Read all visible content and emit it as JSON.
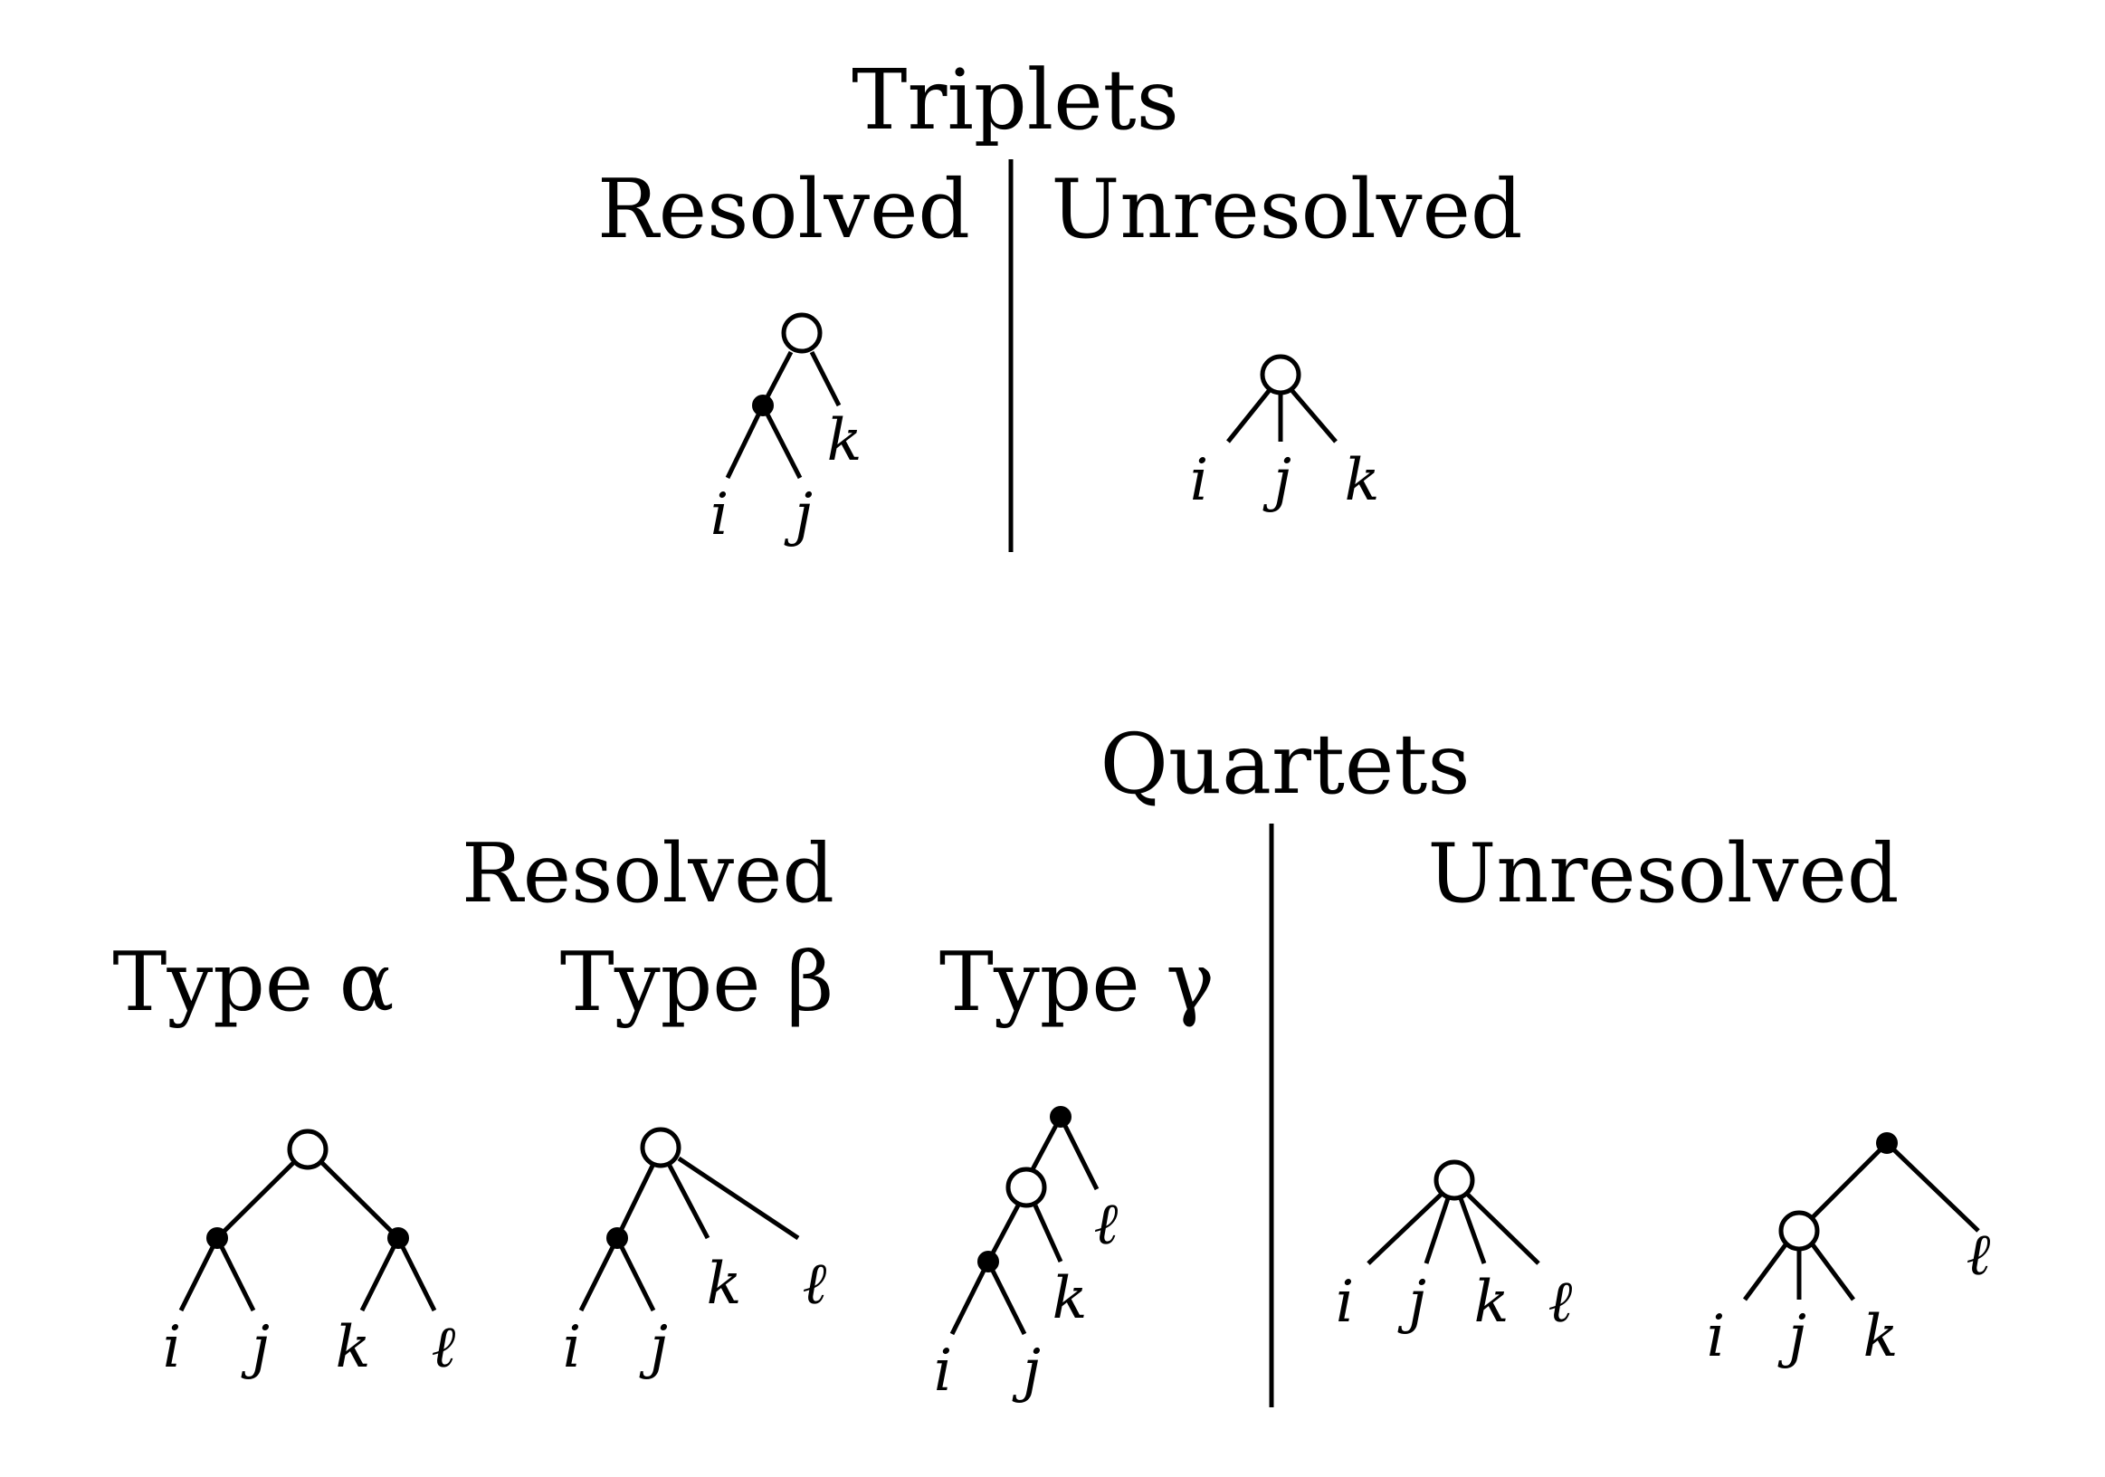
{
  "triplets": {
    "title": "Triplets",
    "resolved_label": "Resolved",
    "unresolved_label": "Unresolved",
    "resolved_tree": {
      "nodes": [
        {
          "id": "r",
          "kind": "open"
        },
        {
          "id": "a",
          "kind": "filled"
        }
      ],
      "edges": [
        [
          "r",
          "a"
        ],
        [
          "r",
          "k"
        ],
        [
          "a",
          "i"
        ],
        [
          "a",
          "j"
        ]
      ],
      "leaves": [
        "i",
        "j",
        "k"
      ]
    },
    "unresolved_tree": {
      "nodes": [
        {
          "id": "r",
          "kind": "open"
        }
      ],
      "edges": [
        [
          "r",
          "i"
        ],
        [
          "r",
          "j"
        ],
        [
          "r",
          "k"
        ]
      ],
      "leaves": [
        "i",
        "j",
        "k"
      ]
    }
  },
  "quartets": {
    "title": "Quartets",
    "resolved_label": "Resolved",
    "unresolved_label": "Unresolved",
    "types": [
      {
        "label": "Type α",
        "tree": {
          "nodes": [
            {
              "id": "r",
              "kind": "open"
            },
            {
              "id": "a",
              "kind": "filled"
            },
            {
              "id": "b",
              "kind": "filled"
            }
          ],
          "edges": [
            [
              "r",
              "a"
            ],
            [
              "r",
              "b"
            ],
            [
              "a",
              "i"
            ],
            [
              "a",
              "j"
            ],
            [
              "b",
              "k"
            ],
            [
              "b",
              "l"
            ]
          ],
          "leaves": [
            "i",
            "j",
            "k",
            "ℓ"
          ]
        }
      },
      {
        "label": "Type β",
        "tree": {
          "nodes": [
            {
              "id": "r",
              "kind": "open"
            },
            {
              "id": "a",
              "kind": "filled"
            }
          ],
          "edges": [
            [
              "r",
              "a"
            ],
            [
              "r",
              "k"
            ],
            [
              "r",
              "l"
            ],
            [
              "a",
              "i"
            ],
            [
              "a",
              "j"
            ]
          ],
          "leaves": [
            "i",
            "j",
            "k",
            "ℓ"
          ]
        }
      },
      {
        "label": "Type γ",
        "tree": {
          "nodes": [
            {
              "id": "t",
              "kind": "filled"
            },
            {
              "id": "m",
              "kind": "open"
            },
            {
              "id": "a",
              "kind": "filled"
            }
          ],
          "edges": [
            [
              "t",
              "m"
            ],
            [
              "t",
              "l"
            ],
            [
              "m",
              "a"
            ],
            [
              "m",
              "k"
            ],
            [
              "a",
              "i"
            ],
            [
              "a",
              "j"
            ]
          ],
          "leaves": [
            "i",
            "j",
            "k",
            "ℓ"
          ]
        }
      }
    ],
    "unresolved_trees": [
      {
        "nodes": [
          {
            "id": "r",
            "kind": "open"
          }
        ],
        "edges": [
          [
            "r",
            "i"
          ],
          [
            "r",
            "j"
          ],
          [
            "r",
            "k"
          ],
          [
            "r",
            "l"
          ]
        ],
        "leaves": [
          "i",
          "j",
          "k",
          "ℓ"
        ]
      },
      {
        "nodes": [
          {
            "id": "t",
            "kind": "filled"
          },
          {
            "id": "m",
            "kind": "open"
          }
        ],
        "edges": [
          [
            "t",
            "m"
          ],
          [
            "t",
            "l"
          ],
          [
            "m",
            "i"
          ],
          [
            "m",
            "j"
          ],
          [
            "m",
            "k"
          ]
        ],
        "leaves": [
          "i",
          "j",
          "k",
          "ℓ"
        ]
      }
    ]
  }
}
